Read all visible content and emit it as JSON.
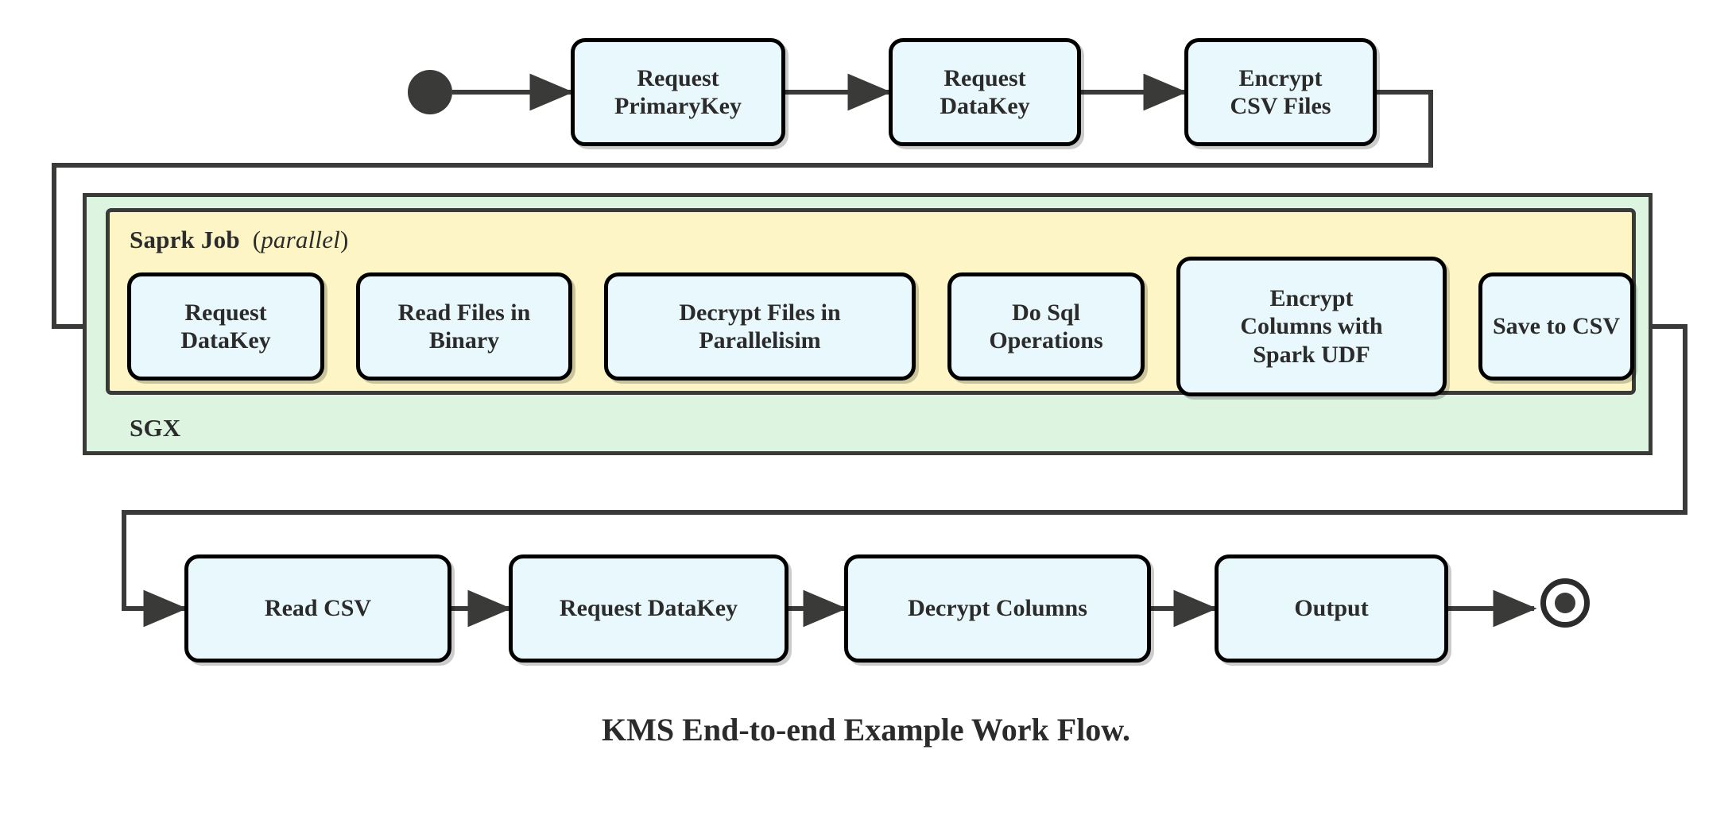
{
  "diagram": {
    "caption": "KMS End-to-end Example Work Flow.",
    "colors": {
      "node_fill": "#e8f8fc",
      "node_stroke": "#000000",
      "sgx_fill": "#ddf5e0",
      "spark_fill": "#fdf5c5",
      "region_stroke": "#3a3a38",
      "edge_stroke": "#3a3a38",
      "text": "#2b2b2b",
      "page_bg": "#ffffff"
    },
    "regions": [
      {
        "id": "sgx",
        "label": "SGX"
      },
      {
        "id": "spark",
        "label_bold": "Saprk Job",
        "label_paren_open": "(",
        "label_italic": "parallel",
        "label_paren_close": ")"
      }
    ],
    "markers": {
      "start": "start-state",
      "end": "end-state"
    },
    "rows": {
      "top": {
        "nodes": [
          {
            "id": "request-primarykey",
            "line1": "Request",
            "line2": "PrimaryKey"
          },
          {
            "id": "request-datakey-1",
            "line1": "Request",
            "line2": "DataKey"
          },
          {
            "id": "encrypt-csv-files",
            "line1": "Encrypt",
            "line2": "CSV Files"
          }
        ]
      },
      "spark": {
        "nodes": [
          {
            "id": "request-datakey-2",
            "line1": "Request",
            "line2": "DataKey",
            "line3": ""
          },
          {
            "id": "read-files-in-binary",
            "line1": "Read Files in",
            "line2": "Binary",
            "line3": ""
          },
          {
            "id": "decrypt-files",
            "line1": "Decrypt Files in",
            "line2": "Parallelisim",
            "line3": ""
          },
          {
            "id": "do-sql-operations",
            "line1": "Do Sql",
            "line2": "Operations",
            "line3": ""
          },
          {
            "id": "encrypt-columns-udf",
            "line1": "Encrypt",
            "line2": "Columns with",
            "line3": "Spark UDF"
          },
          {
            "id": "save-to-csv",
            "line1": "Save to CSV",
            "line2": "",
            "line3": ""
          }
        ]
      },
      "bottom": {
        "nodes": [
          {
            "id": "read-csv",
            "line1": "Read CSV",
            "line2": ""
          },
          {
            "id": "request-datakey-3",
            "line1": "Request DataKey",
            "line2": ""
          },
          {
            "id": "decrypt-columns",
            "line1": "Decrypt Columns",
            "line2": ""
          },
          {
            "id": "output",
            "line1": "Output",
            "line2": ""
          }
        ]
      }
    },
    "flow_sequence": [
      "start-state",
      "Request PrimaryKey",
      "Request DataKey",
      "Encrypt CSV Files",
      "Request DataKey",
      "Read Files in Binary",
      "Decrypt Files in Parallelisim",
      "Do Sql Operations",
      "Encrypt Columns with Spark UDF",
      "Save to CSV",
      "Read CSV",
      "Request DataKey",
      "Decrypt Columns",
      "Output",
      "end-state"
    ]
  }
}
